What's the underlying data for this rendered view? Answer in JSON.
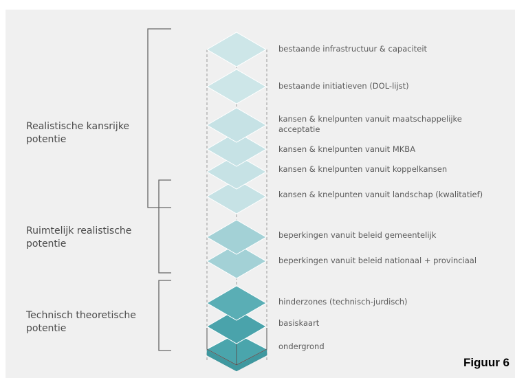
{
  "groups": [
    {
      "label": "Realistische kansrijke potentie"
    },
    {
      "label": "Ruimtelijk realistische potentie"
    },
    {
      "label": "Technisch theoretische potentie"
    }
  ],
  "layers": [
    {
      "label": "bestaande infrastructuur & capaciteit",
      "color": "#cde6e8"
    },
    {
      "label": "bestaande initiatieven (DOL-lijst)",
      "color": "#cde6e8"
    },
    {
      "label": "kansen & knelpunten vanuit maatschappelijke acceptatie",
      "color": "#c6e2e5"
    },
    {
      "label": "kansen & knelpunten vanuit MKBA",
      "color": "#c6e2e5"
    },
    {
      "label": "kansen & knelpunten vanuit koppelkansen",
      "color": "#c6e2e5"
    },
    {
      "label": "kansen & knelpunten vanuit landschap (kwalitatief)",
      "color": "#c6e2e5"
    },
    {
      "label": "beperkingen vanuit beleid gemeentelijk",
      "color": "#a3d1d6"
    },
    {
      "label": "beperkingen vanuit beleid nationaal + provinciaal",
      "color": "#a3d1d6"
    },
    {
      "label": "hinderzones (technisch-jurdisch)",
      "color": "#5aaeb5"
    },
    {
      "label": "basiskaart",
      "color": "#4aa3ab"
    },
    {
      "label": "ondergrond",
      "color": "#48a3aa"
    }
  ],
  "figure_label": "Figuur 6",
  "colors": {
    "bracket": "#666666",
    "layer_outline": "#ffffff",
    "box_outline": "#555555",
    "dashed_guide": "#9a9a9a"
  }
}
